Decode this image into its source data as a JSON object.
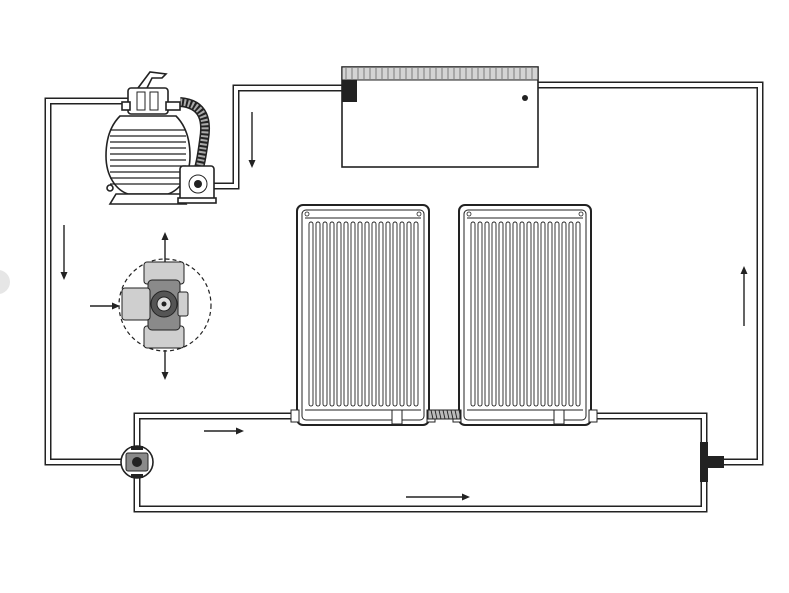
{
  "diagram": {
    "components": [
      {
        "id": "sand-filter-pump",
        "icon": "pool-filter-pump-icon"
      },
      {
        "id": "pool",
        "icon": "pool-tank-icon"
      },
      {
        "id": "solar-collector-left",
        "icon": "solar-panel-icon"
      },
      {
        "id": "solar-collector-right",
        "icon": "solar-panel-icon"
      },
      {
        "id": "bypass-valve",
        "icon": "three-way-valve-icon"
      },
      {
        "id": "valve-detail",
        "icon": "valve-detail-callout-icon"
      },
      {
        "id": "return-connector",
        "icon": "pipe-connector-icon"
      }
    ],
    "flow_directions": [
      "down",
      "down",
      "up",
      "right",
      "right",
      "up",
      "down",
      "right"
    ]
  }
}
